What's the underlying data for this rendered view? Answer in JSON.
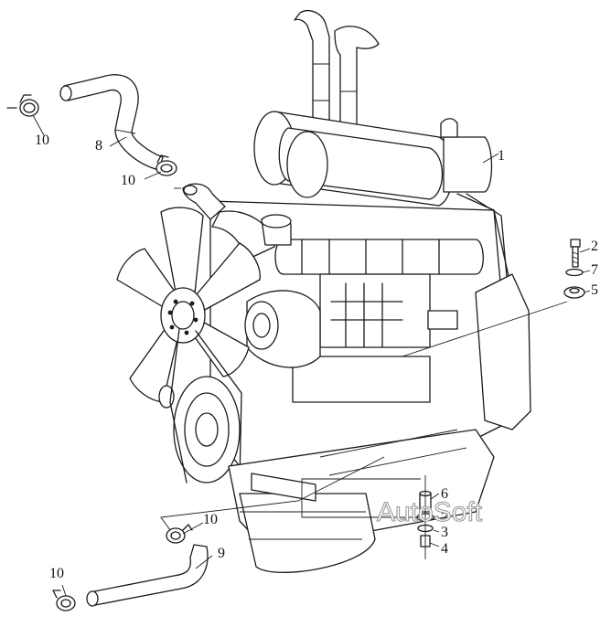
{
  "watermark": "AutoSoft",
  "callouts": {
    "c1": "1",
    "c2": "2",
    "c3": "3",
    "c4": "4",
    "c5": "5",
    "c6": "6",
    "c7a": "7",
    "c7b": "7",
    "c8": "8",
    "c9": "9",
    "c10a": "10",
    "c10b": "10",
    "c10c": "10",
    "c10d": "10"
  },
  "colors": {
    "line": "#1a1a1a",
    "background": "#ffffff",
    "watermark_outline": "#9a9a9a"
  }
}
